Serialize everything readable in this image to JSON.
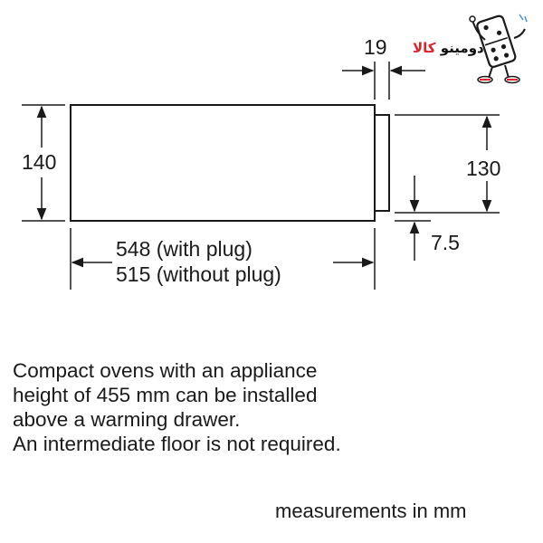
{
  "dimensions": {
    "height_front": "140",
    "height_side": "130",
    "depth_with_plug": "548 (with plug)",
    "depth_without_plug": "515 (without plug)",
    "panel_offset": "19",
    "bottom_offset": "7.5"
  },
  "note_lines": [
    "Compact ovens with an appliance",
    "height of 455 mm can be installed",
    "above a warming drawer.",
    "An intermediate floor is not required."
  ],
  "units_label": "measurements in mm",
  "logo": {
    "text_dark": "دومینو",
    "text_red": "کالا",
    "icon": "domino-mascot-icon"
  },
  "colors": {
    "line": "#1a1a1a",
    "logo_red": "#e0202a"
  }
}
